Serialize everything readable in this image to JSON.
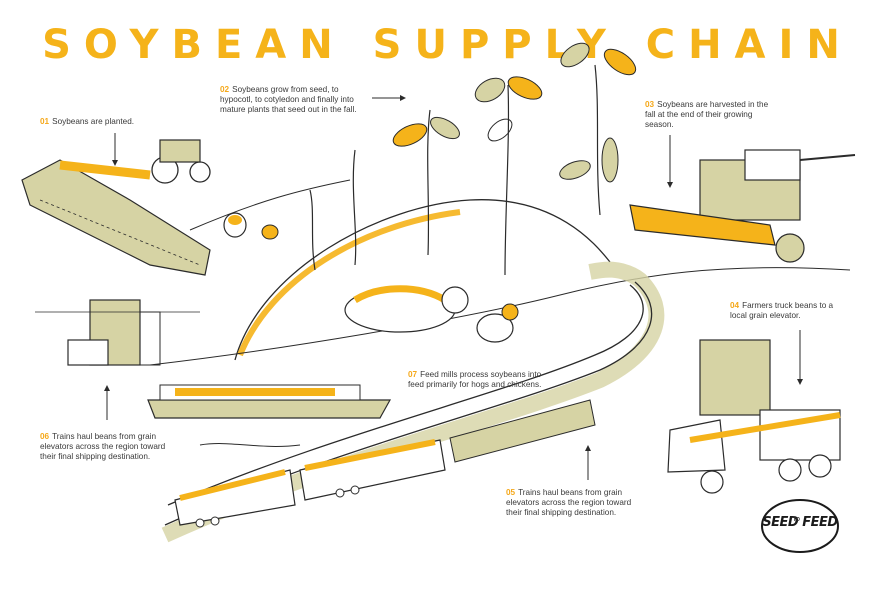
{
  "title": "SOYBEAN SUPPLY CHAIN",
  "steps": [
    {
      "num": "01",
      "text": "Soybeans are planted."
    },
    {
      "num": "02",
      "text": "Soybeans grow from seed, to hypocotl, to cotyledon and finally into mature plants that seed out in the fall."
    },
    {
      "num": "03",
      "text": "Soybeans are harvested in the fall at the end of their growing season."
    },
    {
      "num": "04",
      "text": "Farmers truck beans to a local grain elevator."
    },
    {
      "num": "05",
      "text": "Trains haul beans from grain elevators across the region toward their final shipping destination."
    },
    {
      "num": "06",
      "text": "Trains haul beans from grain elevators across the region toward their final shipping destination."
    },
    {
      "num": "07",
      "text": "Feed mills process soybeans into feed primarily for hogs and chickens."
    }
  ],
  "logo": {
    "text": "SEED FEED",
    "small": "TO"
  },
  "colors": {
    "accent": "#f5b31a",
    "olive": "#d6d3a4",
    "ink": "#2b2b2b"
  }
}
